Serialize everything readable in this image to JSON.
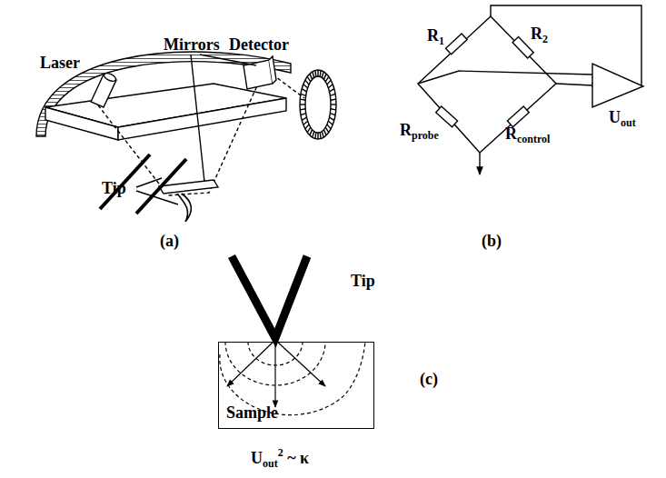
{
  "diagram": {
    "nodes": [
      {
        "text": [
          "Sample"
        ]
      }
    ],
    "labels": [
      "Laser",
      "Mirrors",
      "Detector",
      "Tip",
      "(a)",
      "R1",
      "R2",
      "Rprobe",
      "Rcontrol",
      "Uout",
      "(b)",
      "Tip",
      "(c)",
      "Uout2 ~ κ"
    ]
  }
}
